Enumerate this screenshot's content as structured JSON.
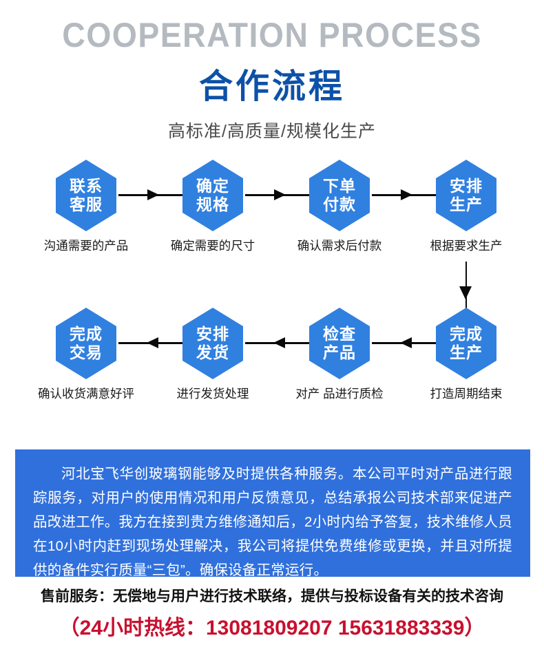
{
  "header": {
    "title_en": "COOPERATION PROCESS",
    "title_cn": "合作流程",
    "subtitle": "高标准/高质量/规模化生产"
  },
  "colors": {
    "hex_blue": "#3080e0",
    "box_blue": "#3070dc",
    "title_blue": "#0d51a8",
    "title_gray": "#b4bac0",
    "hotline_red": "#c8102e",
    "arrow_black": "#0a0a0a"
  },
  "flow": {
    "row1_direction": "left-to-right",
    "row2_direction": "right-to-left",
    "connector": "vertical-down-from-step-4-to-step-5",
    "row1": [
      {
        "line1": "联系",
        "line2": "客服",
        "caption": "沟通需要的产品"
      },
      {
        "line1": "确定",
        "line2": "规格",
        "caption": "确定需要的尺寸"
      },
      {
        "line1": "下单",
        "line2": "付款",
        "caption": "确认需求后付款"
      },
      {
        "line1": "安排",
        "line2": "生产",
        "caption": "根据要求生产"
      }
    ],
    "row2": [
      {
        "line1": "完成",
        "line2": "交易",
        "caption": "确认收货满意好评"
      },
      {
        "line1": "安排",
        "line2": "发货",
        "caption": "进行发货处理"
      },
      {
        "line1": "检查",
        "line2": "产品",
        "caption": "对产 品进行质检"
      },
      {
        "line1": "完成",
        "line2": "生产",
        "caption": "打造周期结束"
      }
    ]
  },
  "info": {
    "paragraph": "河北宝飞华创玻璃钢能够及时提供各种服务。本公司平时对产品进行跟踪服务，对用户的使用情况和用户反馈意见，总结承报公司技术部来促进产品改进工作。我方在接到贵方维修通知后，2小时内给予答复，技术维修人员在10小时内赶到现场处理解决，我公司将提供免费维修或更换，并且对所提供的备件实行质量“三包”。确保设备正常运行。"
  },
  "footer": {
    "pre_sale": "售前服务：无偿地与用户进行技术联络，提供与投标设备有关的技术咨询",
    "hotline": "（24小时热线：13081809207 15631883339）"
  }
}
